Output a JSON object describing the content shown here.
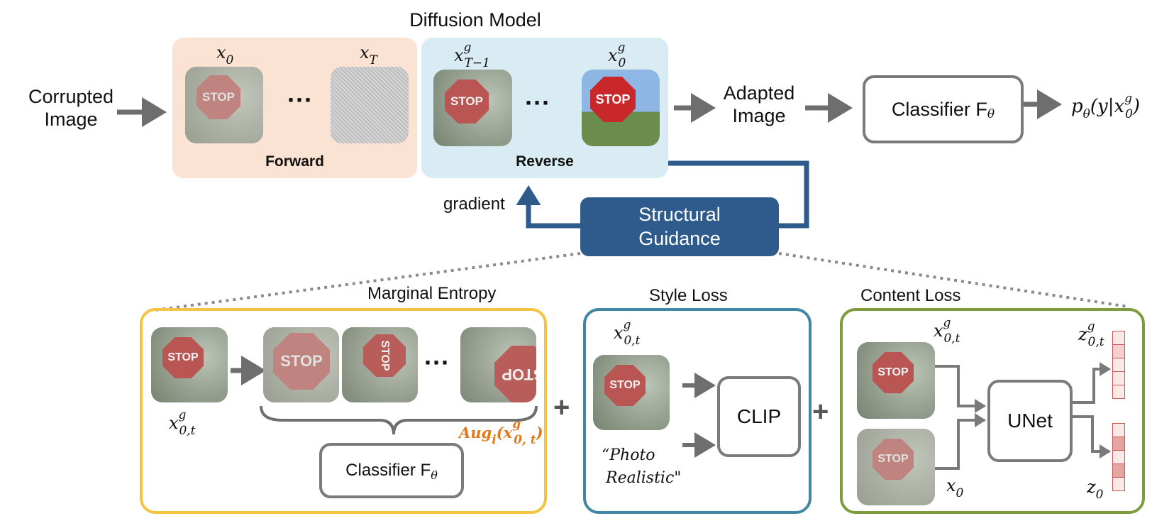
{
  "top": {
    "title": "Diffusion Model",
    "corrupted_line1": "Corrupted",
    "corrupted_line2": "Image",
    "forward_label": "Forward",
    "reverse_label": "Reverse",
    "dots": "···",
    "adapted_line1": "Adapted",
    "adapted_line2": "Image",
    "classifier_text": "Classifier F",
    "classifier_sub": "θ",
    "output_text": "p",
    "output_sub": "θ",
    "output_body": "(y|x",
    "output_sub2": "0",
    "output_sup": "g",
    "output_close": ")",
    "gradient_label": "gradient",
    "guidance_line1": "Structural",
    "guidance_line2": "Guidance",
    "x0": "x",
    "x0_sub": "0",
    "xT": "x",
    "xT_sub": "T",
    "xT1": "x",
    "xT1_sub": "T−1",
    "xT1_sup": "g",
    "x0g": "x",
    "x0g_sub": "0",
    "x0g_sup": "g"
  },
  "marginal": {
    "title": "Marginal Entropy",
    "x_label": "x",
    "x_sub": "0,t",
    "x_sup": "g",
    "aug_label": "Aug",
    "aug_sub": "i",
    "aug_body": "(x",
    "aug_inner_sub": "0, t",
    "aug_inner_sup": "g",
    "aug_close": ")",
    "classifier_text": "Classifier F",
    "classifier_sub": "θ",
    "dots": "···"
  },
  "style": {
    "title": "Style Loss",
    "x_label": "x",
    "x_sub": "0,t",
    "x_sup": "g",
    "clip_label": "CLIP",
    "prompt_line1": "“Photo",
    "prompt_line2": "Realistic\""
  },
  "content": {
    "title": "Content Loss",
    "x_label": "x",
    "x_sub": "0,t",
    "x_sup": "g",
    "x0_label": "x",
    "x0_sub": "0",
    "unet_label": "UNet",
    "z_label": "z",
    "z_sub": "0,t",
    "z_sup": "g",
    "z0_label": "z",
    "z0_sub": "0"
  },
  "plus": "+",
  "stop_text": "STOP",
  "colors": {
    "forward_bg": "#fbe3d4",
    "reverse_bg": "#d9ecf3",
    "guidance": "#2e5b8c",
    "marginal": "#f5c342",
    "style": "#3f87a3",
    "content": "#7d9c3d",
    "aug": "#e07a1d",
    "arrow": "#6e6e6e"
  }
}
